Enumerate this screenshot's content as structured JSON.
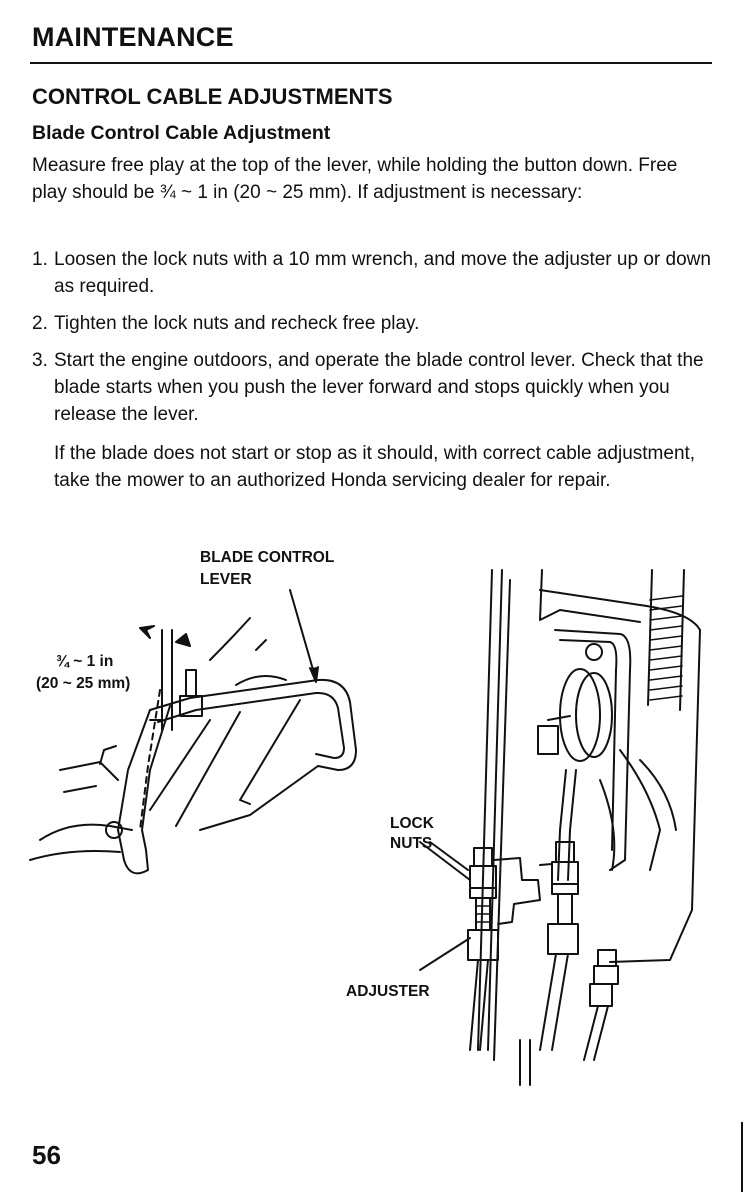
{
  "header": {
    "title": "MAINTENANCE"
  },
  "section": {
    "title": "CONTROL CABLE ADJUSTMENTS"
  },
  "subsection": {
    "title": "Blade Control Cable Adjustment"
  },
  "intro": {
    "text": "Measure free play at the top of the lever, while holding the button down. Free play should be ¾ ~ 1 in (20 ~ 25 mm). If adjustment is necessary:"
  },
  "steps": [
    {
      "num": "1.",
      "text": "Loosen the lock nuts with a 10 mm wrench, and move the adjuster up or down as required."
    },
    {
      "num": "2.",
      "text": "Tighten the lock nuts and recheck free play."
    },
    {
      "num": "3.",
      "text": "Start the engine outdoors, and operate the blade control lever. Check that the blade starts when you push the lever forward and stops quickly when you release the lever."
    }
  ],
  "note": {
    "text": "If the blade does not start or stop as it should, with correct cable adjustment, take the mower to an authorized Honda servicing dealer for repair."
  },
  "figure": {
    "label_lever_1": "BLADE CONTROL",
    "label_lever_2": "LEVER",
    "label_freeplay_1": "¾ ~ 1 in",
    "label_freeplay_2": "(20 ~ 25 mm)",
    "label_locknuts_1": "LOCK",
    "label_locknuts_2": "NUTS",
    "label_adjuster": "ADJUSTER"
  },
  "footer": {
    "page_number": "56"
  }
}
